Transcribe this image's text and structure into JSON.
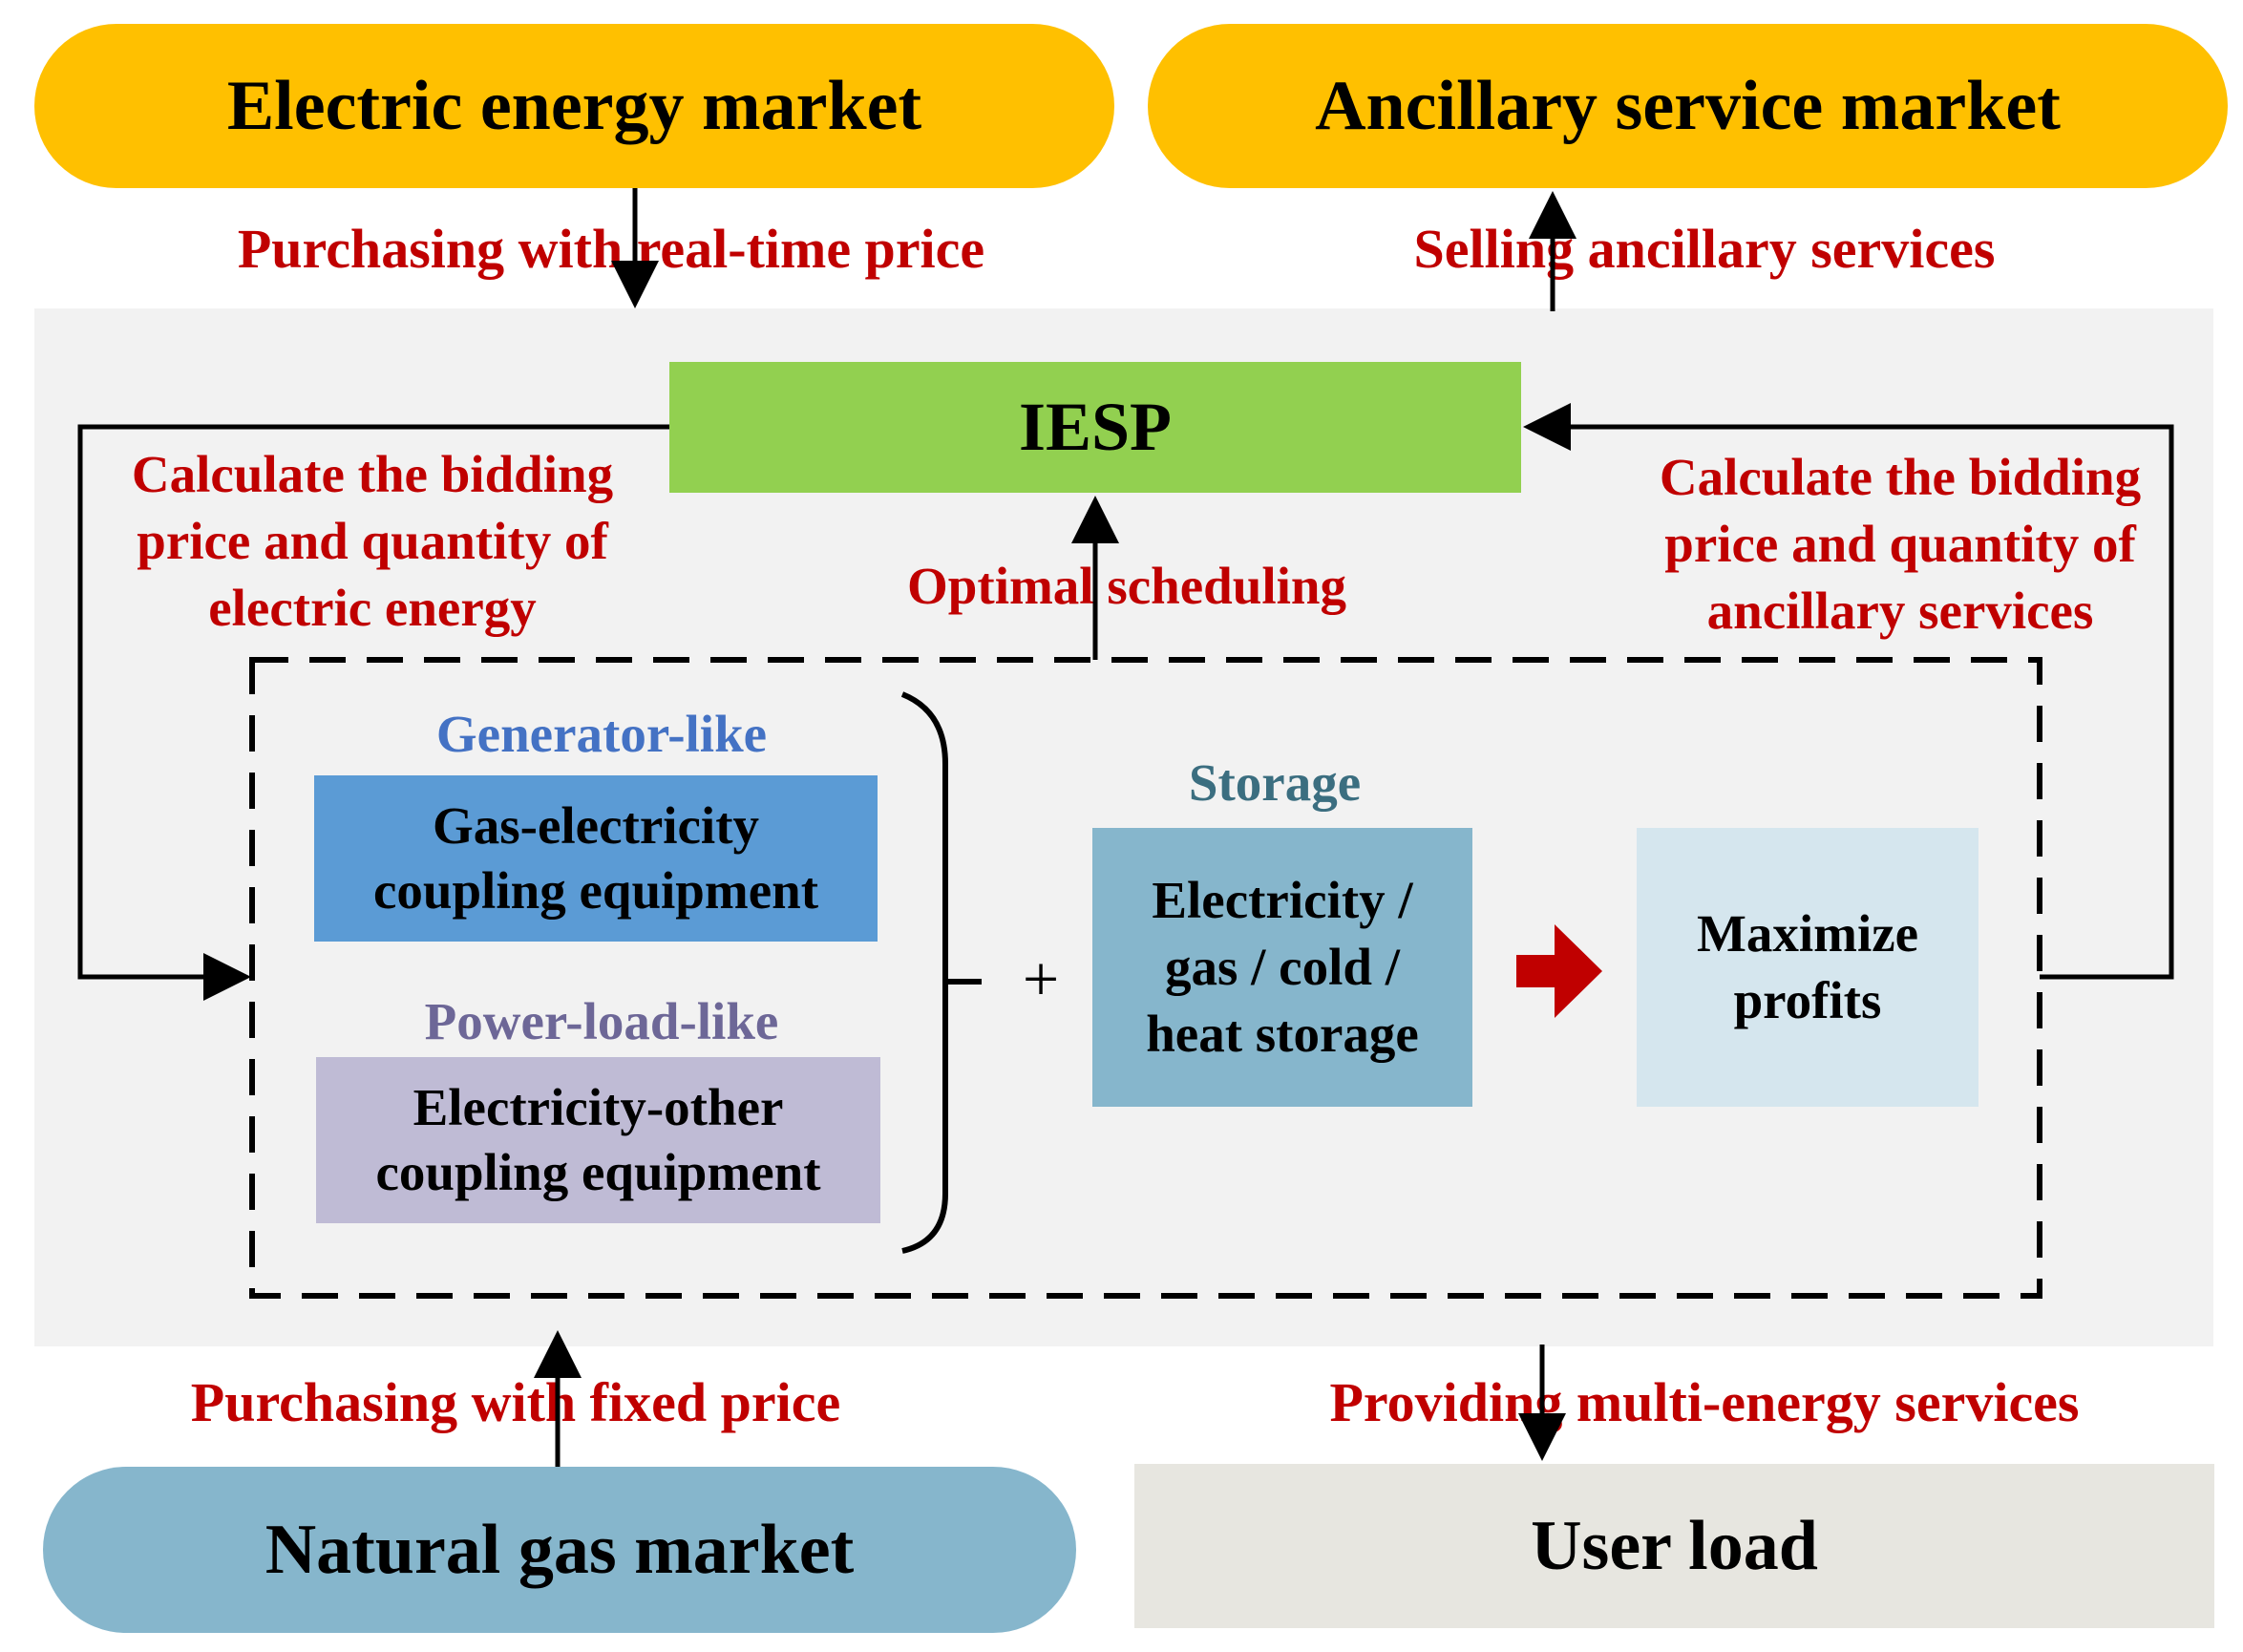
{
  "markets": {
    "electric": "Electric energy market",
    "ancillary": "Ancillary service market",
    "natural_gas": "Natural gas market",
    "user_load": "User load"
  },
  "flows": {
    "purchase_realtime": "Purchasing with real-time price",
    "selling_ancillary": "Selling ancillary services",
    "purchase_fixed": "Purchasing with fixed price",
    "providing_multi": "Providing multi-energy services",
    "optimal_scheduling": "Optimal scheduling",
    "calc_electric": [
      "Calculate the bidding",
      "price and quantity of",
      "electric energy"
    ],
    "calc_ancillary": [
      "Calculate the bidding",
      "price and quantity of",
      "ancillary services"
    ]
  },
  "iesp": {
    "label": "IESP"
  },
  "resources": {
    "generator_like": "Generator-like",
    "gas_electricity": [
      "Gas-electricity",
      "coupling equipment"
    ],
    "power_load_like": "Power-load-like",
    "electricity_other": [
      "Electricity-other",
      "coupling equipment"
    ],
    "plus": "+",
    "storage_title": "Storage",
    "storage_box": [
      "Electricity /",
      "gas / cold /",
      "heat storage"
    ],
    "objective": [
      "Maximize",
      "profits"
    ]
  },
  "colors": {
    "market_yellow": "#ffc000",
    "gas_blue": "#86b6cc",
    "user_grey": "#e7e6e0",
    "iesp_green": "#92d050",
    "generator_blue": "#5b9bd5",
    "load_purple": "#bfbbd5",
    "storage_blue": "#86b6cc",
    "objective_light": "#d5e6ee",
    "panel_grey": "#f2f2f2",
    "text_red": "#c00000"
  }
}
